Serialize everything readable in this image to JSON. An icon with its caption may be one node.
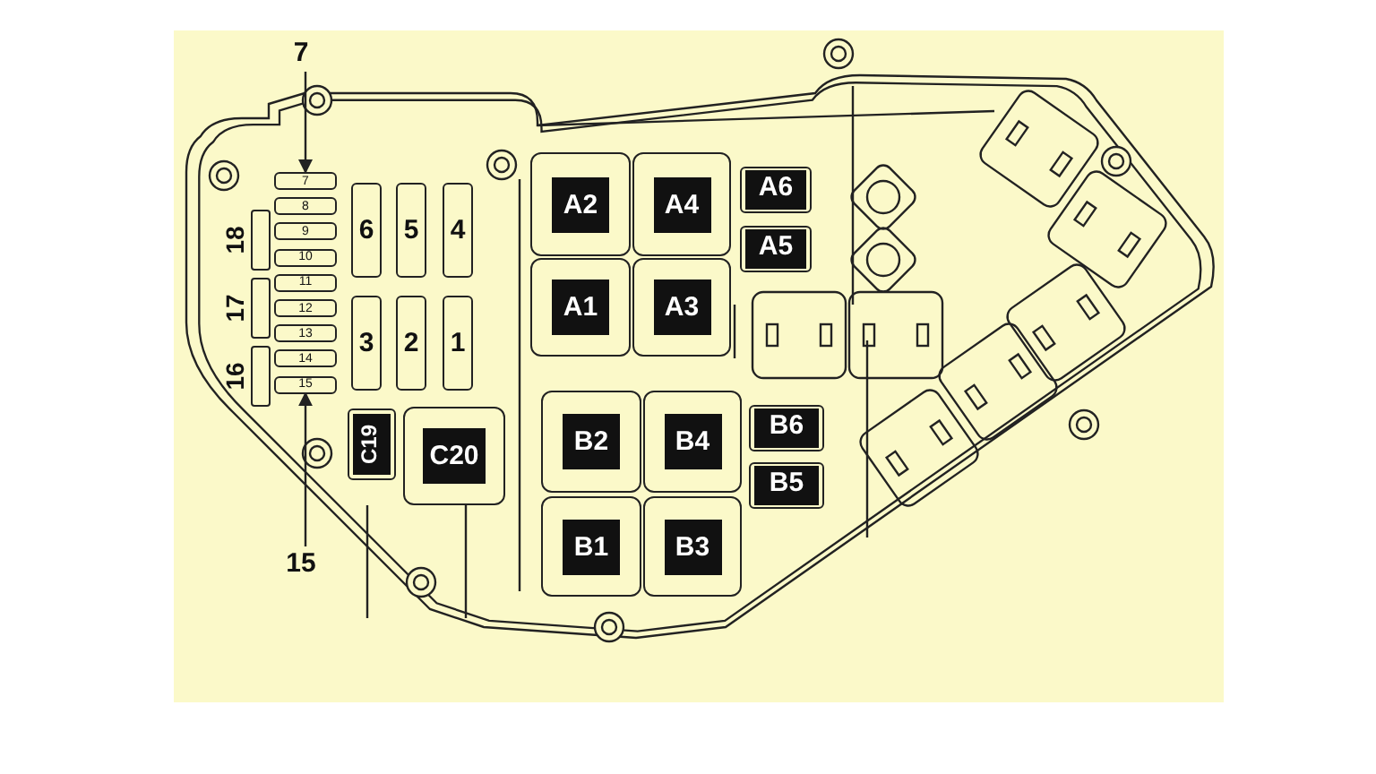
{
  "diagram": {
    "nodes": [
      {
        "text": [
          "7"
        ]
      },
      {
        "text": [
          "7"
        ]
      },
      {
        "text": [
          "8"
        ]
      },
      {
        "text": [
          "9"
        ]
      },
      {
        "text": [
          "10"
        ]
      },
      {
        "text": [
          "11"
        ]
      },
      {
        "text": [
          "12"
        ]
      },
      {
        "text": [
          "13"
        ]
      },
      {
        "text": [
          "14"
        ]
      },
      {
        "text": [
          "15"
        ]
      },
      {
        "text": [
          "18"
        ]
      },
      {
        "text": [
          "17"
        ]
      },
      {
        "text": [
          "16"
        ]
      },
      {
        "text": [
          "6"
        ]
      },
      {
        "text": [
          "5"
        ]
      },
      {
        "text": [
          "4"
        ]
      },
      {
        "text": [
          "3"
        ]
      },
      {
        "text": [
          "2"
        ]
      },
      {
        "text": [
          "1"
        ]
      },
      {
        "text": [
          "A2"
        ]
      },
      {
        "text": [
          "A4"
        ]
      },
      {
        "text": [
          "A6"
        ]
      },
      {
        "text": [
          "A5"
        ]
      },
      {
        "text": [
          "A1"
        ]
      },
      {
        "text": [
          "A3"
        ]
      },
      {
        "text": [
          "C19"
        ]
      },
      {
        "text": [
          "C20"
        ]
      },
      {
        "text": [
          "B2"
        ]
      },
      {
        "text": [
          "B4"
        ]
      },
      {
        "text": [
          "B6"
        ]
      },
      {
        "text": [
          "B5"
        ]
      },
      {
        "text": [
          "B1"
        ]
      },
      {
        "text": [
          "B3"
        ]
      },
      {
        "text": [
          "15"
        ]
      }
    ],
    "edges": [
      {
        "from": 0,
        "to": 1,
        "arrow": "to"
      },
      {
        "from": 33,
        "to": 9,
        "arrow": "to"
      }
    ]
  }
}
